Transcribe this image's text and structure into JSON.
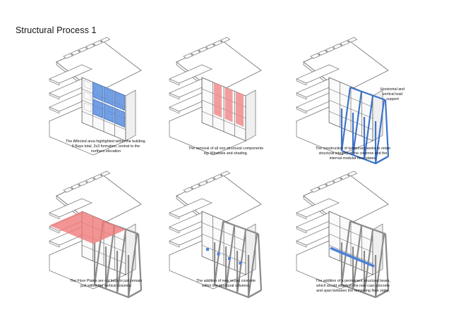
{
  "title": "Structural Process 1",
  "colors": {
    "line": "#555555",
    "highlight_blue": "#5b8fe0",
    "removed_red": "#f08c8c",
    "temporary_works": "#3f73c8",
    "temporary_works_grey": "#8a8a8a",
    "floor_red": "#f07a7a",
    "beam_blue": "#4a80d8"
  },
  "panels": [
    {
      "id": "p1",
      "caption": [
        "The Affected area highlighted within the building.",
        "6 Bays total, 2x3 formation, central to the",
        "northern elevation"
      ]
    },
    {
      "id": "p2",
      "caption": [
        "The removal of all non structural components",
        "eg: Windows and shading."
      ]
    },
    {
      "id": "p3",
      "caption": [
        "The construction of temporary works to retain",
        "structural integrity of the columns and the",
        "internal modular floor plates."
      ],
      "annotation": [
        "Horizontal and",
        "vertical load",
        "support"
      ]
    },
    {
      "id": "p4",
      "caption": [
        "The Floor Plates are cut back to just remain",
        "just within the vertical columns"
      ]
    },
    {
      "id": "p5",
      "caption": [
        "The addition of new recast concrete",
        "within the structural columns."
      ]
    },
    {
      "id": "p6",
      "caption": [
        "The addition of a permanent structural beam,",
        "which would attach to the new cast concrete",
        "and span between the remaining floor slabs."
      ]
    }
  ]
}
